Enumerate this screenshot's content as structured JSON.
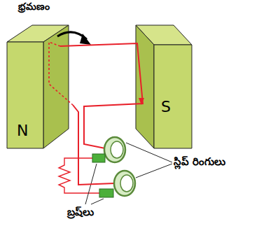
{
  "diagram": {
    "nodes": [
      {
        "text": [
          "N"
        ]
      },
      {
        "text": [
          "S"
        ]
      }
    ],
    "labels": [
      "భ్రమణం",
      "స్లిప్ రింగులు",
      "బ్రష్‌లు"
    ]
  }
}
